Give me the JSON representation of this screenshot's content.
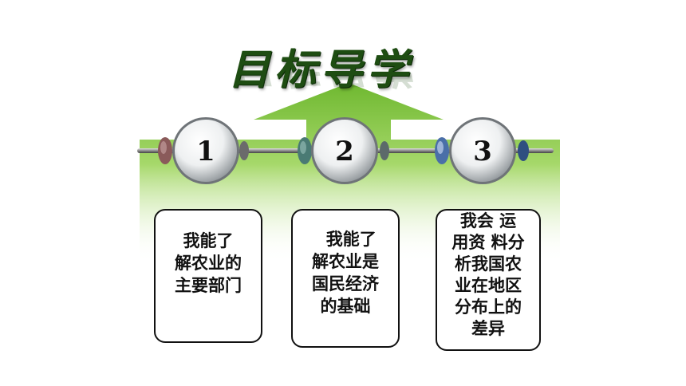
{
  "title": "目标导学",
  "steps": [
    {
      "number": "1",
      "text_lines": [
        "我能了",
        "解农业的",
        "主要部门"
      ]
    },
    {
      "number": "2",
      "text_lines": [
        "  我能了",
        "解农业是",
        "国民经济",
        "的基础"
      ]
    },
    {
      "number": "3",
      "text_lines": [
        "我会 运",
        "用资 料分",
        "析我国农",
        "业在地区",
        "分布上的",
        "差异"
      ]
    }
  ],
  "colors": {
    "arrow_green": "#7cc23a",
    "title_green": "#1e4d12",
    "node_1": "#8a5a5a",
    "node_2": "#4a7a74",
    "node_3": "#4a6fa8"
  }
}
